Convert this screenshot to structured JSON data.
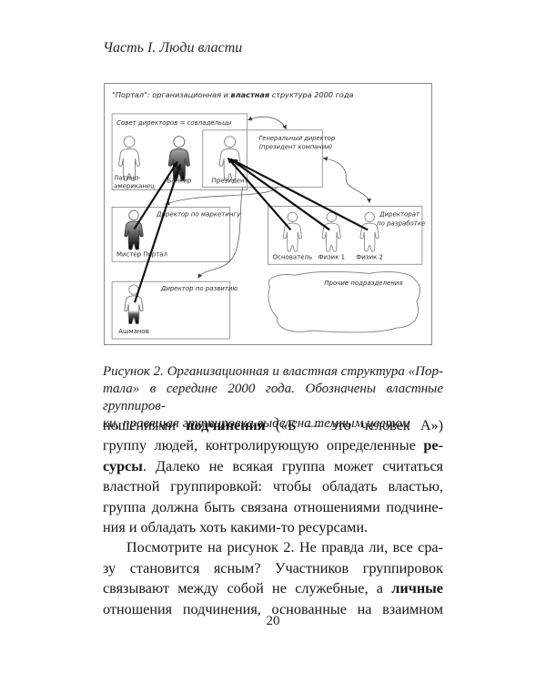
{
  "page": {
    "header": "Часть I. Люди власти",
    "page_number": "20"
  },
  "figure": {
    "title": {
      "pre": "\"Портал\": организационная и ",
      "bold": "властная",
      "post": " структура 2000 года"
    },
    "boxes": {
      "board": "Совет директоров = совладельцы",
      "general_director_line1": "Генеральный директор",
      "general_director_line2": "(президент компании)",
      "marketing": "Директор по маркетингу",
      "development_line1": "Директорат",
      "development_line2": "по разработке",
      "growth": "Директор по развитию",
      "other": "Прочие подразделения"
    },
    "persons": {
      "latino_line1": "Латино-",
      "latino_line2": "американец",
      "bankir": "Банкир",
      "president": "Президент",
      "mister_portal": "Мистер Портал",
      "osnovatel": "Основатель",
      "fizik1": "Физик 1",
      "fizik2": "Физик 2",
      "ashmanov": "Ашманов"
    },
    "power_relations": [
      {
        "from": "Мистер Портал",
        "to": "Банкир"
      },
      {
        "from": "Ашманов",
        "to": "Банкир"
      },
      {
        "from": "Основатель",
        "to": "Президент"
      },
      {
        "from": "Физик 1",
        "to": "Президент"
      },
      {
        "from": "Физик 2",
        "to": "Президент"
      }
    ],
    "colors": {
      "dark_group_top": "#a8a8a8",
      "dark_group_bottom": "#000000",
      "outline": "#8c8c8c",
      "arrow": "#111111"
    }
  },
  "caption": {
    "lines": [
      "Рисунок 2. Организационная и властная структура «Пор-",
      "тала» в середине 2000 года. Обозначены властные группиров-",
      "ки, правящая группировка выделена темным цветом"
    ]
  },
  "body": {
    "paragraphs": [
      {
        "indent": false,
        "lines": [
          {
            "full": true,
            "seg": [
              {
                "t": "ношениями ",
                "b": false
              },
              {
                "t": "подчинения",
                "b": true
              },
              {
                "t": " («Б — это человек А»)",
                "b": false
              }
            ]
          },
          {
            "full": true,
            "seg": [
              {
                "t": "группу людей, контролирующую определенные ",
                "b": false
              },
              {
                "t": "ре-",
                "b": true
              }
            ]
          },
          {
            "full": true,
            "seg": [
              {
                "t": "сурсы",
                "b": true
              },
              {
                "t": ". Далеко не всякая группа может считаться",
                "b": false
              }
            ]
          },
          {
            "full": true,
            "seg": [
              {
                "t": "властной группировкой: чтобы обладать властью,",
                "b": false
              }
            ]
          },
          {
            "full": true,
            "seg": [
              {
                "t": "группа должна быть связана отношениями подчине-",
                "b": false
              }
            ]
          },
          {
            "full": false,
            "seg": [
              {
                "t": "ния и обладать хоть какими-то ресурсами.",
                "b": false
              }
            ]
          }
        ]
      },
      {
        "indent": true,
        "lines": [
          {
            "full": true,
            "seg": [
              {
                "t": "Посмотрите на рисунок 2. Не правда ли, все сра-",
                "b": false
              }
            ]
          },
          {
            "full": true,
            "seg": [
              {
                "t": "зу становится ясным? Участников группировок",
                "b": false
              }
            ]
          },
          {
            "full": true,
            "seg": [
              {
                "t": "связывают между собой не служебные, а ",
                "b": false
              },
              {
                "t": "личные",
                "b": true
              }
            ]
          },
          {
            "full": true,
            "seg": [
              {
                "t": "отношения подчинения, основанные на взаимном",
                "b": false
              }
            ]
          }
        ]
      }
    ]
  }
}
